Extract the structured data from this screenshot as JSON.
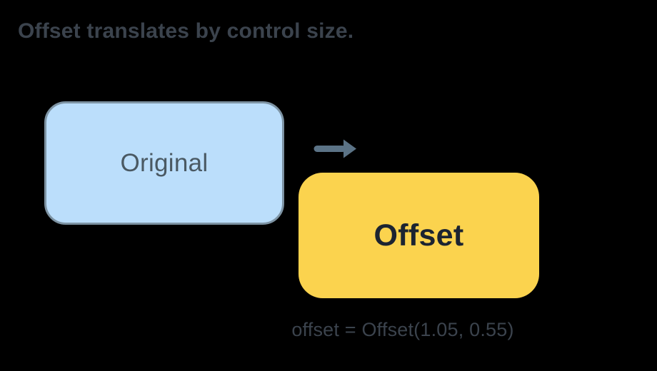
{
  "title": "Offset translates by control size.",
  "original_box": {
    "label": "Original"
  },
  "offset_box": {
    "label": "Offset"
  },
  "arrow": {
    "direction": "right"
  },
  "caption": "offset = Offset(1.05, 0.55)",
  "colors": {
    "background": "#000000",
    "heading": "#3B434D",
    "original_fill": "#BBDEFB",
    "original_border": "#7D93A3",
    "original_text": "#4A5963",
    "offset_fill": "#FBD34E",
    "offset_text": "#1C2431",
    "arrow": "#5B7386",
    "caption": "#3B434D"
  }
}
